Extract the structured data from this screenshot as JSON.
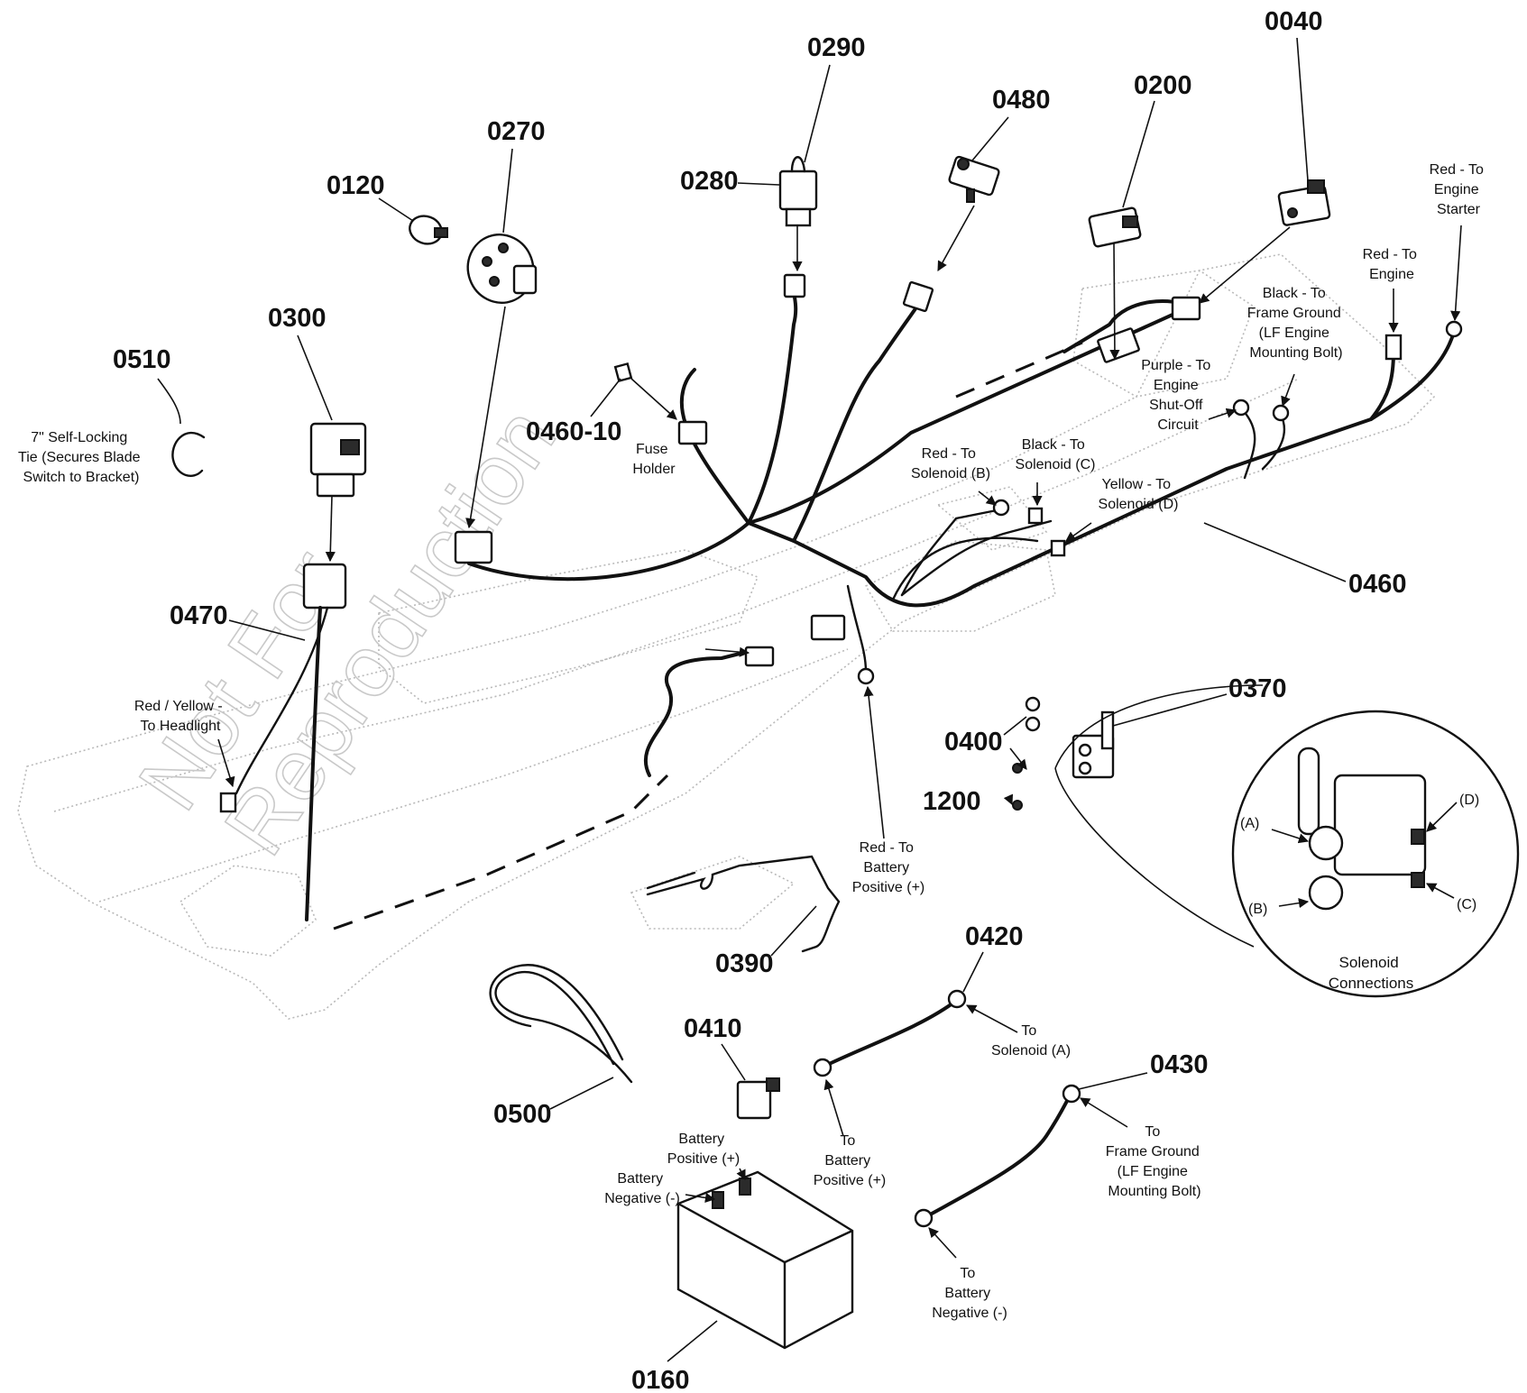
{
  "watermark": {
    "line1": "Not For",
    "line2": "Reproduction"
  },
  "parts": {
    "p0040": "0040",
    "p0200": "0200",
    "p0480": "0480",
    "p0290": "0290",
    "p0280": "0280",
    "p0270": "0270",
    "p0120": "0120",
    "p0300": "0300",
    "p0510": "0510",
    "p0460_10": "0460-10",
    "p0460": "0460",
    "p0470": "0470",
    "p0370": "0370",
    "p0400": "0400",
    "p1200": "1200",
    "p0390": "0390",
    "p0420": "0420",
    "p0410": "0410",
    "p0430": "0430",
    "p0500": "0500",
    "p0160": "0160"
  },
  "notes": {
    "tie": [
      "7\" Self-Locking",
      "Tie (Secures Blade",
      "Switch to Bracket)"
    ],
    "fuse": [
      "Fuse",
      "Holder"
    ],
    "headlight": [
      "Red / Yellow -",
      "To Headlight"
    ],
    "engine_starter": [
      "Red - To",
      "Engine",
      "Starter"
    ],
    "engine": [
      "Red - To",
      "Engine"
    ],
    "frame_ground": [
      "Black - To",
      "Frame Ground",
      "(LF Engine",
      "Mounting Bolt)"
    ],
    "shutoff": [
      "Purple - To",
      "Engine",
      "Shut-Off",
      "Circuit"
    ],
    "solenoid_b": [
      "Red - To",
      "Solenoid (B)"
    ],
    "solenoid_c": [
      "Black - To",
      "Solenoid (C)"
    ],
    "solenoid_d": [
      "Yellow - To",
      "Solenoid (D)"
    ],
    "battery_pos_main": [
      "Red - To",
      "Battery",
      "Positive (+)"
    ],
    "to_solenoid_a": [
      "To",
      "Solenoid (A)"
    ],
    "to_battery_pos": [
      "To",
      "Battery",
      "Positive (+)"
    ],
    "to_frame_ground": [
      "To",
      "Frame Ground",
      "(LF Engine",
      "Mounting Bolt)"
    ],
    "to_battery_neg": [
      "To",
      "Battery",
      "Negative (-)"
    ],
    "battery_positive": [
      "Battery",
      "Positive (+)"
    ],
    "battery_negative": [
      "Battery",
      "Negative (-)"
    ],
    "solenoid_connections": [
      "Solenoid",
      "Connections"
    ]
  },
  "solenoid_terminals": {
    "a": "(A)",
    "b": "(B)",
    "c": "(C)",
    "d": "(D)"
  }
}
